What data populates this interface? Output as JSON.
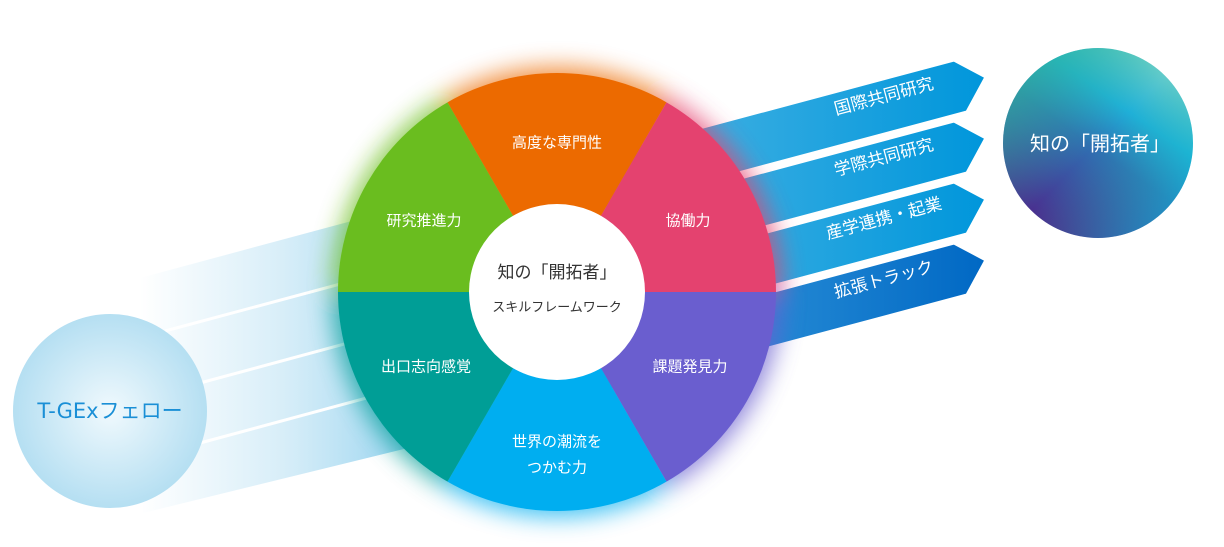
{
  "source": {
    "label": "T-GExフェロー"
  },
  "goal": {
    "label": "知の「開拓者」"
  },
  "wheel": {
    "center_title": "知の「開拓者」",
    "center_subtitle": "スキルフレームワーク",
    "segments": [
      {
        "label": "高度な専門性",
        "color": "#ec6a00"
      },
      {
        "label": "協働力",
        "color": "#e4426f"
      },
      {
        "label": "課題発見力",
        "color": "#6a5ecf"
      },
      {
        "label_line1": "世界の潮流を",
        "label_line2": "つかむ力",
        "color": "#00aef0"
      },
      {
        "label": "出口志向感覚",
        "color": "#009e96"
      },
      {
        "label": "研究推進力",
        "color": "#6abd1f"
      }
    ]
  },
  "tracks": [
    {
      "label": "国際共同研究"
    },
    {
      "label": "学際共同研究"
    },
    {
      "label": "産学連携・起業"
    },
    {
      "label": "拡張トラック"
    }
  ]
}
